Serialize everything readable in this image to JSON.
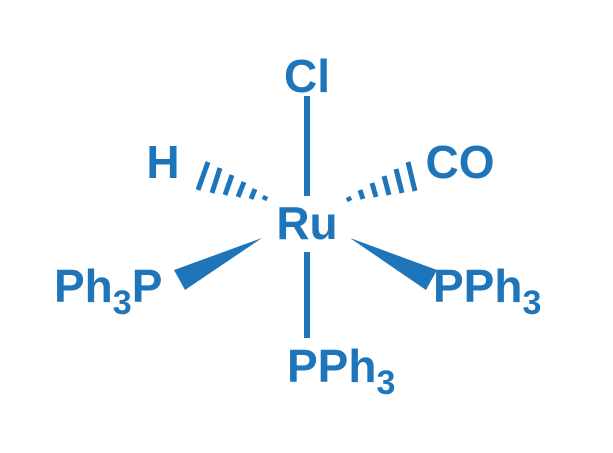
{
  "colors": {
    "bond": "#1f75b9",
    "text": "#1f75b9"
  },
  "atoms": {
    "center": "Ru",
    "top": "Cl",
    "back_left": "H",
    "back_right": "CO",
    "front_left": {
      "base": "Ph",
      "sub": "3",
      "tail": "P"
    },
    "front_right": {
      "base": "PPh",
      "sub": "3"
    },
    "bottom": {
      "base": "PPh",
      "sub": "3"
    }
  }
}
